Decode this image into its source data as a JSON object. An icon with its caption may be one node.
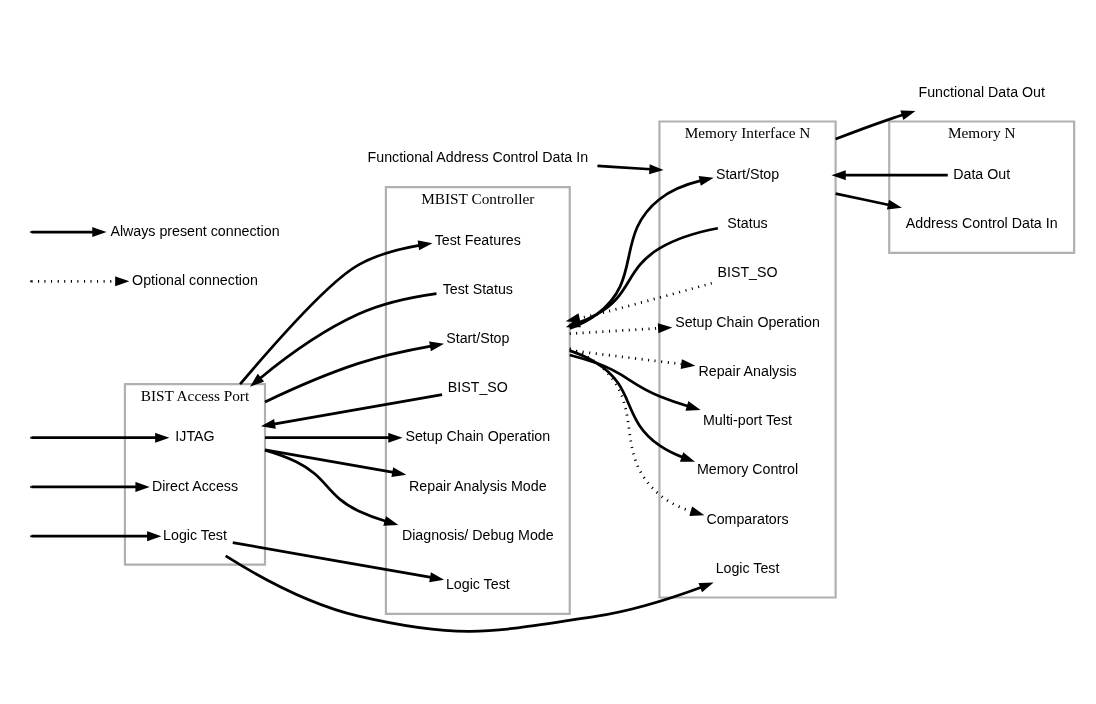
{
  "diagram": {
    "nodes": [
      {
        "text": [
          "BIST Access Port"
        ]
      },
      {
        "text": [
          "IJTAG"
        ],
        "in": 0
      },
      {
        "text": [
          "Direct Access"
        ],
        "in": 0
      },
      {
        "text": [
          "Logic Test"
        ],
        "in": 0
      },
      {
        "text": [
          "MBIST Controller"
        ]
      },
      {
        "text": [
          "Start/Stop"
        ],
        "in": 4
      },
      {
        "text": [
          "Test Status"
        ],
        "in": 4
      },
      {
        "text": [
          "Test Features"
        ],
        "in": 4
      },
      {
        "text": [
          "Diagnosis/ Debug Mode"
        ],
        "in": 4
      },
      {
        "text": [
          "Repair Analysis Mode"
        ],
        "in": 4
      },
      {
        "text": [
          "Setup Chain Operation"
        ],
        "in": 4
      },
      {
        "text": [
          "BIST_SO"
        ],
        "in": 4
      },
      {
        "text": [
          "Logic Test"
        ],
        "in": 4
      },
      {
        "text": [
          "Memory Interface N"
        ]
      },
      {
        "text": [
          "Start/Stop"
        ],
        "in": 13
      },
      {
        "text": [
          "Status"
        ],
        "in": 13
      },
      {
        "text": [
          "Comparators"
        ],
        "in": 13
      },
      {
        "text": [
          "Memory Control"
        ],
        "in": 13
      },
      {
        "text": [
          "Multi-port Test"
        ],
        "in": 13
      },
      {
        "text": [
          "Repair Analysis"
        ],
        "in": 13
      },
      {
        "text": [
          "Setup Chain Operation"
        ],
        "in": 13
      },
      {
        "text": [
          "BIST_SO"
        ],
        "in": 13
      },
      {
        "text": [
          "Logic Test"
        ],
        "in": 13
      },
      {
        "text": [
          "Functional Data Out"
        ]
      },
      {
        "text": [
          "Memory N"
        ]
      },
      {
        "text": [
          "Data Out"
        ],
        "in": 24
      },
      {
        "text": [
          "Address Control Data In"
        ],
        "in": 24
      },
      {
        "text": [
          "Functional Address Control Data In"
        ]
      }
    ],
    "edges": [
      {
        "from": null,
        "to": 1,
        "arrow": "to"
      },
      {
        "from": null,
        "to": 2,
        "arrow": "to"
      },
      {
        "from": null,
        "to": 3,
        "arrow": "to"
      },
      {
        "from": 0,
        "to": 5,
        "arrow": "to"
      },
      {
        "from": 6,
        "to": 0,
        "arrow": "to"
      },
      {
        "from": 0,
        "to": 7,
        "arrow": "to"
      },
      {
        "from": 0,
        "to": 8,
        "arrow": "to"
      },
      {
        "from": 0,
        "to": 9,
        "arrow": "to"
      },
      {
        "from": 0,
        "to": 10,
        "arrow": "to"
      },
      {
        "from": 11,
        "to": 0,
        "arrow": "to"
      },
      {
        "from": 4,
        "to": 14,
        "arrow": "to"
      },
      {
        "from": 15,
        "to": 4,
        "arrow": "to"
      },
      {
        "from": 4,
        "to": 16,
        "arrow": "to",
        "style": "dashed"
      },
      {
        "from": 4,
        "to": 17,
        "arrow": "to"
      },
      {
        "from": 4,
        "to": 18,
        "arrow": "to"
      },
      {
        "from": 4,
        "to": 19,
        "arrow": "to",
        "style": "dashed"
      },
      {
        "from": 4,
        "to": 20,
        "arrow": "to",
        "style": "dashed"
      },
      {
        "from": 21,
        "to": 4,
        "arrow": "to",
        "style": "dashed"
      },
      {
        "from": 13,
        "to": 23,
        "arrow": "to"
      },
      {
        "from": 25,
        "to": 13,
        "arrow": "to"
      },
      {
        "from": 13,
        "to": 26,
        "arrow": "to"
      },
      {
        "from": 27,
        "to": 13,
        "arrow": "to"
      },
      {
        "from": 3,
        "to": 12,
        "arrow": "to"
      },
      {
        "from": 3,
        "to": 22,
        "arrow": "to"
      }
    ],
    "legend": [
      {
        "text": "Always present connection"
      },
      {
        "text": "Optional connection"
      }
    ]
  }
}
